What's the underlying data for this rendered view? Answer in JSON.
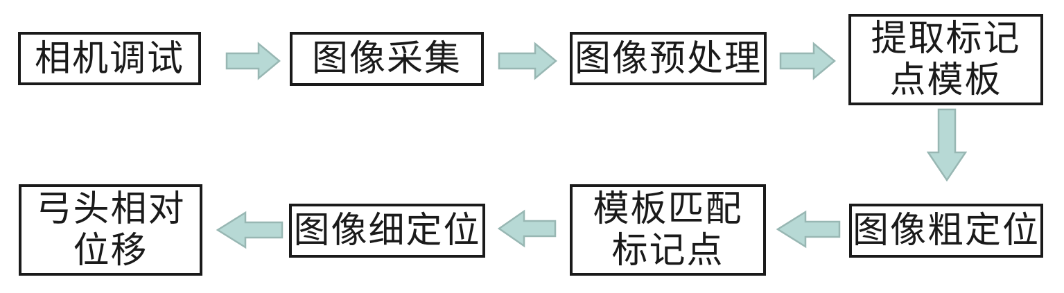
{
  "diagram": {
    "type": "flowchart",
    "background": "#ffffff",
    "colors": {
      "box_border": "#1a1a1a",
      "box_fill": "#ffffff",
      "text": "#1a1a1a",
      "arrow_fill": "#b7d9d5",
      "arrow_border": "#98b7b3"
    }
  },
  "boxes": [
    {
      "id": "camera-debug",
      "label": "相机调试"
    },
    {
      "id": "image-acquisition",
      "label": "图像采集"
    },
    {
      "id": "image-preprocessing",
      "label": "图像预处理"
    },
    {
      "id": "extract-marker-template",
      "label": "提取标记\n点模板"
    },
    {
      "id": "image-coarse-localization",
      "label": "图像粗定位"
    },
    {
      "id": "template-match-markers",
      "label": "模板匹配\n标记点"
    },
    {
      "id": "image-fine-localization",
      "label": "图像细定位"
    },
    {
      "id": "pantograph-head-relative-displacement",
      "label": "弓头相对\n位移"
    }
  ],
  "flow": [
    {
      "from": "相机调试",
      "to": "图像采集",
      "direction": "right"
    },
    {
      "from": "图像采集",
      "to": "图像预处理",
      "direction": "right"
    },
    {
      "from": "图像预处理",
      "to": "提取标记点模板",
      "direction": "right"
    },
    {
      "from": "提取标记点模板",
      "to": "图像粗定位",
      "direction": "down"
    },
    {
      "from": "图像粗定位",
      "to": "模板匹配标记点",
      "direction": "left"
    },
    {
      "from": "模板匹配标记点",
      "to": "图像细定位",
      "direction": "left"
    },
    {
      "from": "图像细定位",
      "to": "弓头相对位移",
      "direction": "left"
    }
  ]
}
